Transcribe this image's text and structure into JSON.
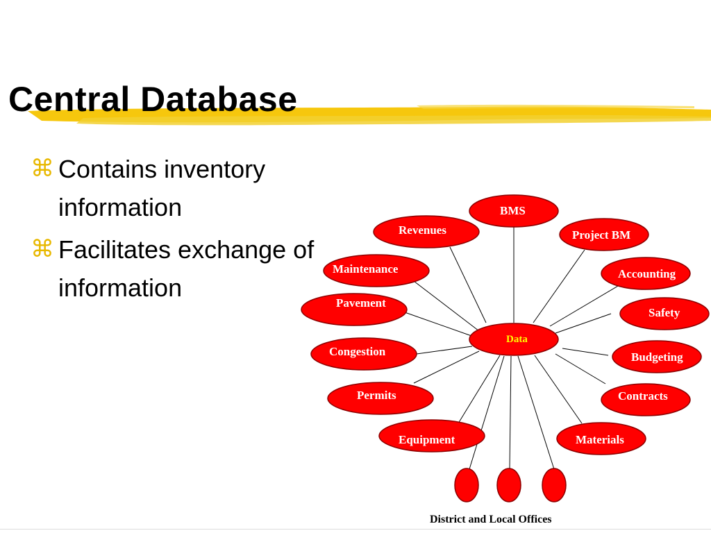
{
  "slide": {
    "title": "Central Database",
    "bullet_icon": "z-bullet-icon",
    "bullets": [
      "Contains inventory information",
      "Facilitates exchange of information"
    ]
  },
  "diagram": {
    "hub": "Data",
    "nodes": [
      "BMS",
      "Project BM",
      "Accounting",
      "Safety",
      "Budgeting",
      "Contracts",
      "Materials",
      "Equipment",
      "Permits",
      "Congestion",
      "Pavement",
      "Maintenance",
      "Revenues"
    ],
    "offices_label": "District and Local Offices",
    "colors": {
      "node_fill": "#ff0000",
      "node_text": "#ffffff",
      "hub_text": "#ffff00",
      "title_brush": "#f5c400",
      "bullet_icon": "#e8b800"
    }
  }
}
